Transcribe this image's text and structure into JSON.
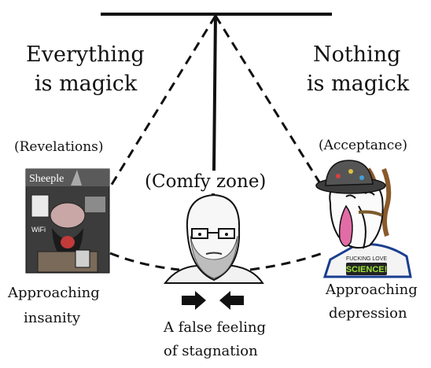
{
  "top_left_text": {
    "line1": "Everything",
    "line2": "is magick"
  },
  "top_right_text": {
    "line1": "Nothing",
    "line2": "is magick"
  },
  "tag_left": "(Revelations)",
  "tag_right": "(Acceptance)",
  "tag_center": "(Comfy zone)",
  "left_caption": {
    "line1": "Approaching",
    "line2": "insanity"
  },
  "right_caption": {
    "line1": "Approaching",
    "line2": "depression"
  },
  "bottom_caption": {
    "line1": "A false feeling",
    "line2": "of stagnation"
  },
  "left_image": {
    "header_text": "Sheeple",
    "label": "WiFi"
  },
  "right_image": {
    "shirt_text": "SCIENCE!",
    "shirt_small": "FUCKING LOVE"
  },
  "colors": {
    "ink": "#111111",
    "background": "#ffffff"
  }
}
